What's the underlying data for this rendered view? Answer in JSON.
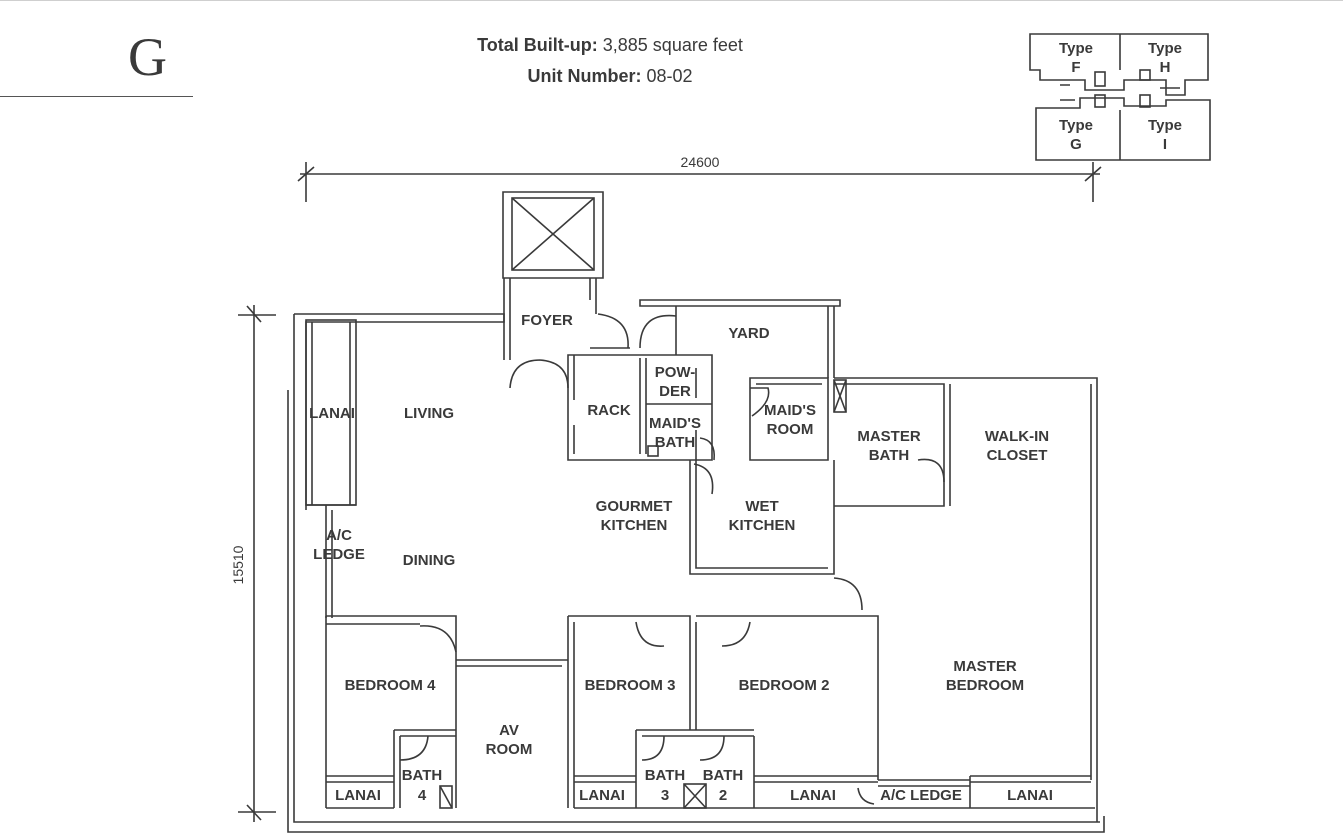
{
  "logo_letter": "G",
  "header": {
    "built_up_label": "Total Built-up:",
    "built_up_value": "3,885 square feet",
    "unit_label": "Unit Number:",
    "unit_value": "08-02"
  },
  "keyplan": {
    "types": [
      {
        "line1": "Type",
        "line2": "F"
      },
      {
        "line1": "Type",
        "line2": "H"
      },
      {
        "line1": "Type",
        "line2": "G"
      },
      {
        "line1": "Type",
        "line2": "I"
      }
    ]
  },
  "dimensions": {
    "width": "24600",
    "height": "15510"
  },
  "rooms": {
    "foyer": "FOYER",
    "yard": "YARD",
    "powder_1": "POW-",
    "powder_2": "DER",
    "rack": "RACK",
    "maids_bath_1": "MAID'S",
    "maids_bath_2": "BATH",
    "maids_room_1": "MAID'S",
    "maids_room_2": "ROOM",
    "master_bath_1": "MASTER",
    "master_bath_2": "BATH",
    "walkin_1": "WALK-IN",
    "walkin_2": "CLOSET",
    "lanai_main": "LANAI",
    "living": "LIVING",
    "ac_ledge_1": "A/C",
    "ac_ledge_2": "LEDGE",
    "dining": "DINING",
    "gourmet_1": "GOURMET",
    "gourmet_2": "KITCHEN",
    "wet_1": "WET",
    "wet_2": "KITCHEN",
    "bedroom4": "BEDROOM 4",
    "av_1": "AV",
    "av_2": "ROOM",
    "bedroom3": "BEDROOM 3",
    "bedroom2": "BEDROOM 2",
    "master_bed_1": "MASTER",
    "master_bed_2": "BEDROOM",
    "bath4_1": "BATH",
    "bath4_2": "4",
    "bath3_1": "BATH",
    "bath3_2": "3",
    "bath2_1": "BATH",
    "bath2_2": "2",
    "lanai_b4": "LANAI",
    "lanai_b3": "LANAI",
    "lanai_b2": "LANAI",
    "ac_ledge_bottom": "A/C LEDGE",
    "lanai_master": "LANAI"
  }
}
